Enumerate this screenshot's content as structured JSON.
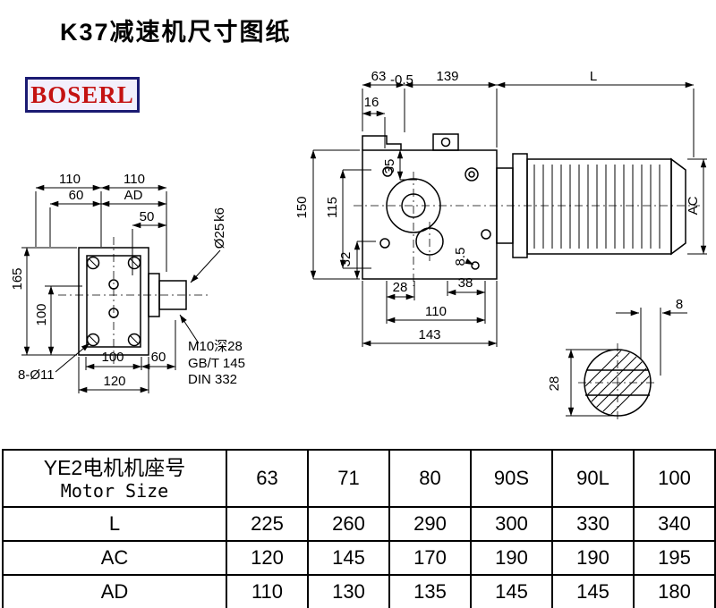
{
  "page": {
    "title": "K37减速机尺寸图纸"
  },
  "logo": {
    "text": "BOSERL"
  },
  "front_view": {
    "dim_110_a": "110",
    "dim_110_b": "110",
    "dim_60": "60",
    "dim_ad": "AD",
    "dim_50": "50",
    "shaft_dia": "Ø25",
    "shaft_fit": "k6",
    "dim_165": "165",
    "dim_100_side": "100",
    "bolt_note": "8-Ø11",
    "dim_100_bottom": "100",
    "dim_60_bottom": "60",
    "dim_120": "120",
    "thread_note_line1": "M10深28",
    "thread_note_line2": "GB/T 145",
    "thread_note_line3": "DIN 332"
  },
  "side_view": {
    "dim_63": "63",
    "dim_63_tol": "-0.5",
    "dim_139": "139",
    "dim_l": "L",
    "dim_16": "16",
    "dim_35": "35",
    "dim_115": "115",
    "dim_150": "150",
    "dim_32": "32",
    "dim_8_5": "8.5",
    "dim_28": "28",
    "dim_38": "38",
    "dim_110": "110",
    "dim_143": "143",
    "dim_ac": "AC"
  },
  "shaft_section": {
    "dim_8": "8",
    "dim_28": "28"
  },
  "table": {
    "header_cn": "YE2电机机座号",
    "header_en": "Motor Size",
    "sizes": [
      "63",
      "71",
      "80",
      "90S",
      "90L",
      "100"
    ],
    "rows": [
      {
        "label": "L",
        "values": [
          "225",
          "260",
          "290",
          "300",
          "330",
          "340"
        ]
      },
      {
        "label": "AC",
        "values": [
          "120",
          "145",
          "170",
          "190",
          "190",
          "195"
        ]
      },
      {
        "label": "AD",
        "values": [
          "110",
          "130",
          "135",
          "145",
          "145",
          "180"
        ]
      }
    ]
  }
}
